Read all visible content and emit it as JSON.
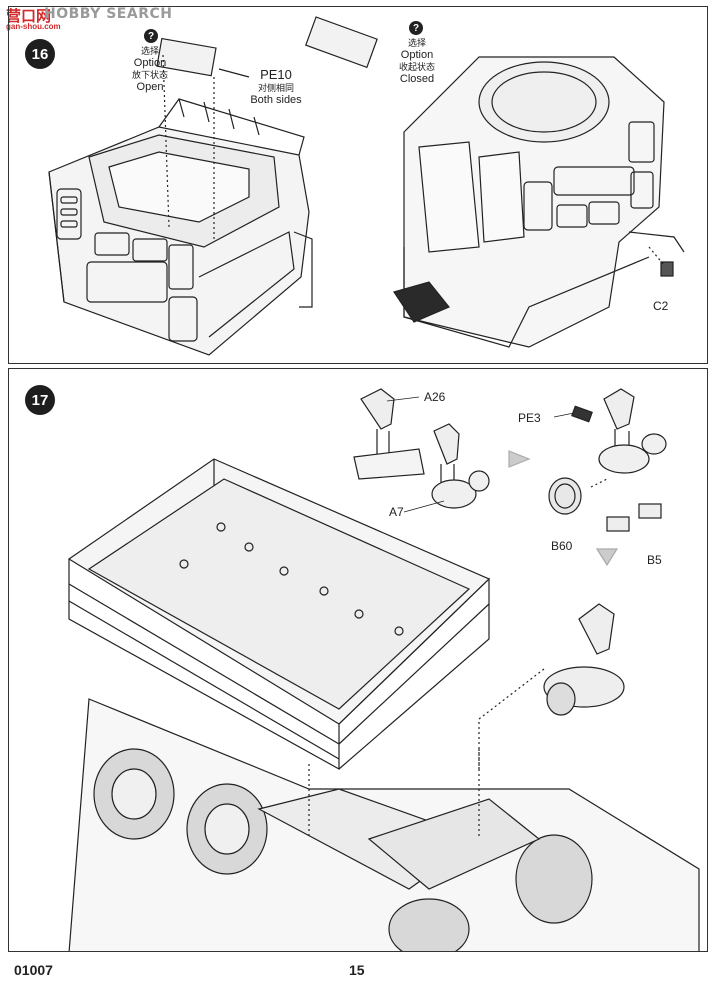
{
  "watermark": {
    "cn": "营口网",
    "brand": "HOBBY SEARCH",
    "url": "gan-shou.com"
  },
  "step16": {
    "number": "16",
    "option_open": {
      "cn": "选择",
      "en": "Option",
      "state_cn": "放下状态",
      "state_en": "Open"
    },
    "option_closed": {
      "cn": "选择",
      "en": "Option",
      "state_cn": "收起状态",
      "state_en": "Closed"
    },
    "pe10": {
      "code": "PE10",
      "cn": "对侧相同",
      "en": "Both sides"
    },
    "c2": "C2"
  },
  "step17": {
    "number": "17",
    "parts": {
      "a26": "A26",
      "a7": "A7",
      "pe3": "PE3",
      "b60": "B60",
      "b5": "B5"
    }
  },
  "footer": {
    "code": "01007",
    "page": "15"
  }
}
